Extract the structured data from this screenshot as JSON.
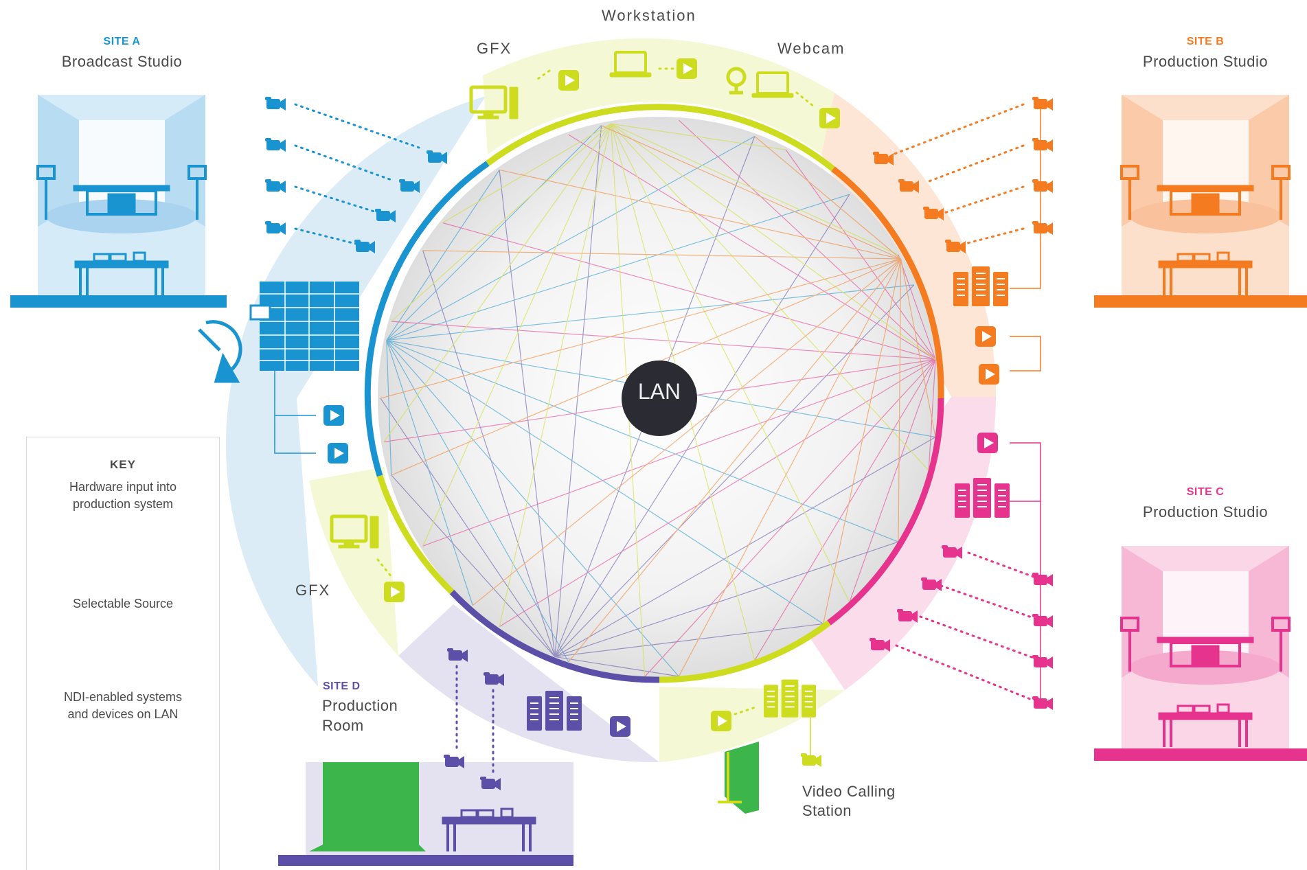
{
  "center": {
    "label": "LAN"
  },
  "colors": {
    "site_a": "#1a93d1",
    "site_b": "#f47b20",
    "site_c": "#e6338d",
    "site_d": "#5b4fa8",
    "gfx": "#cddc1f",
    "chroma": "#3cb54a",
    "text": "#4a4a4a"
  },
  "sites": {
    "a": {
      "tag": "SITE A",
      "name": "Broadcast Studio"
    },
    "b": {
      "tag": "SITE B",
      "name": "Production Studio"
    },
    "c": {
      "tag": "SITE C",
      "name": "Production Studio"
    },
    "d": {
      "tag": "SITE D",
      "name_line1": "Production",
      "name_line2": "Room"
    }
  },
  "devices": {
    "workstation": "Workstation",
    "gfx_top": "GFX",
    "webcam": "Webcam",
    "gfx_left": "GFX",
    "video_call_line1": "Video Calling",
    "video_call_line2": "Station"
  },
  "key": {
    "title": "KEY",
    "hardware_line1": "Hardware input into",
    "hardware_line2": "production system",
    "selectable": "Selectable Source",
    "ndi_line1": "NDI-enabled systems",
    "ndi_line2": "and devices on LAN",
    "icons": [
      "camera-icon",
      "play-icon",
      "server-rack-icon",
      "server-icon",
      "monitor-icon",
      "laptop-icon"
    ]
  }
}
